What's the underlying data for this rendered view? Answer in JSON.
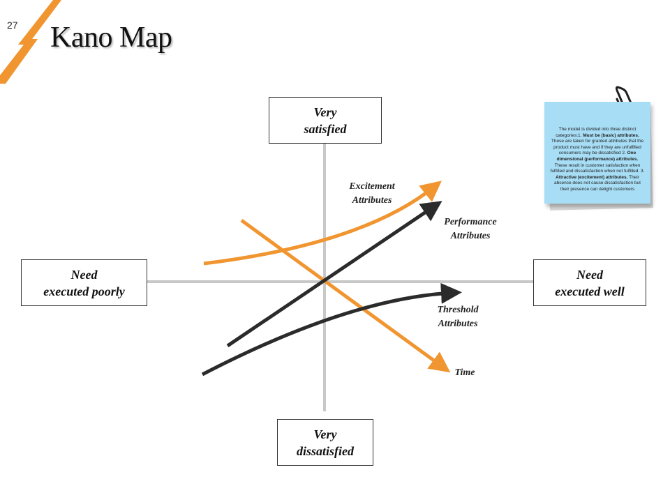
{
  "page": {
    "number": "27",
    "title": "Kano Map"
  },
  "colors": {
    "orange": "#f0952f",
    "dark": "#2b2b2b",
    "axis": "#c8c8c8",
    "note": "#a7ddf5"
  },
  "axes": {
    "top_line1": "Very",
    "top_line2": "satisfied",
    "bottom_line1": "Very",
    "bottom_line2": "dissatisfied",
    "left_line1": "Need",
    "left_line2": "executed poorly",
    "right_line1": "Need",
    "right_line2": "executed well"
  },
  "curves": {
    "excitement_line1": "Excitement",
    "excitement_line2": "Attributes",
    "performance_line1": "Performance",
    "performance_line2": "Attributes",
    "threshold_line1": "Threshold",
    "threshold_line2": "Attributes",
    "time": "Time"
  },
  "note": {
    "t1": "The model is divided into three distinct categories:1. ",
    "b1": "Must be (basic) attributes.",
    "t2": " These are taken for granted attributes that the product must have and if they are unfulfilled consumers may be dissatisfied 2. ",
    "b2": "One dimensional (performance) attributes.",
    "t3": " These result in customer satisfaction when fulfilled and dissatisfaction when not fulfilled. 3. ",
    "b3": "Attractive (excitement) attributes.",
    "t4": " Their absence does not cause dissatisfaction but their presence can delight customers",
    "icon": "paperclip-icon"
  }
}
